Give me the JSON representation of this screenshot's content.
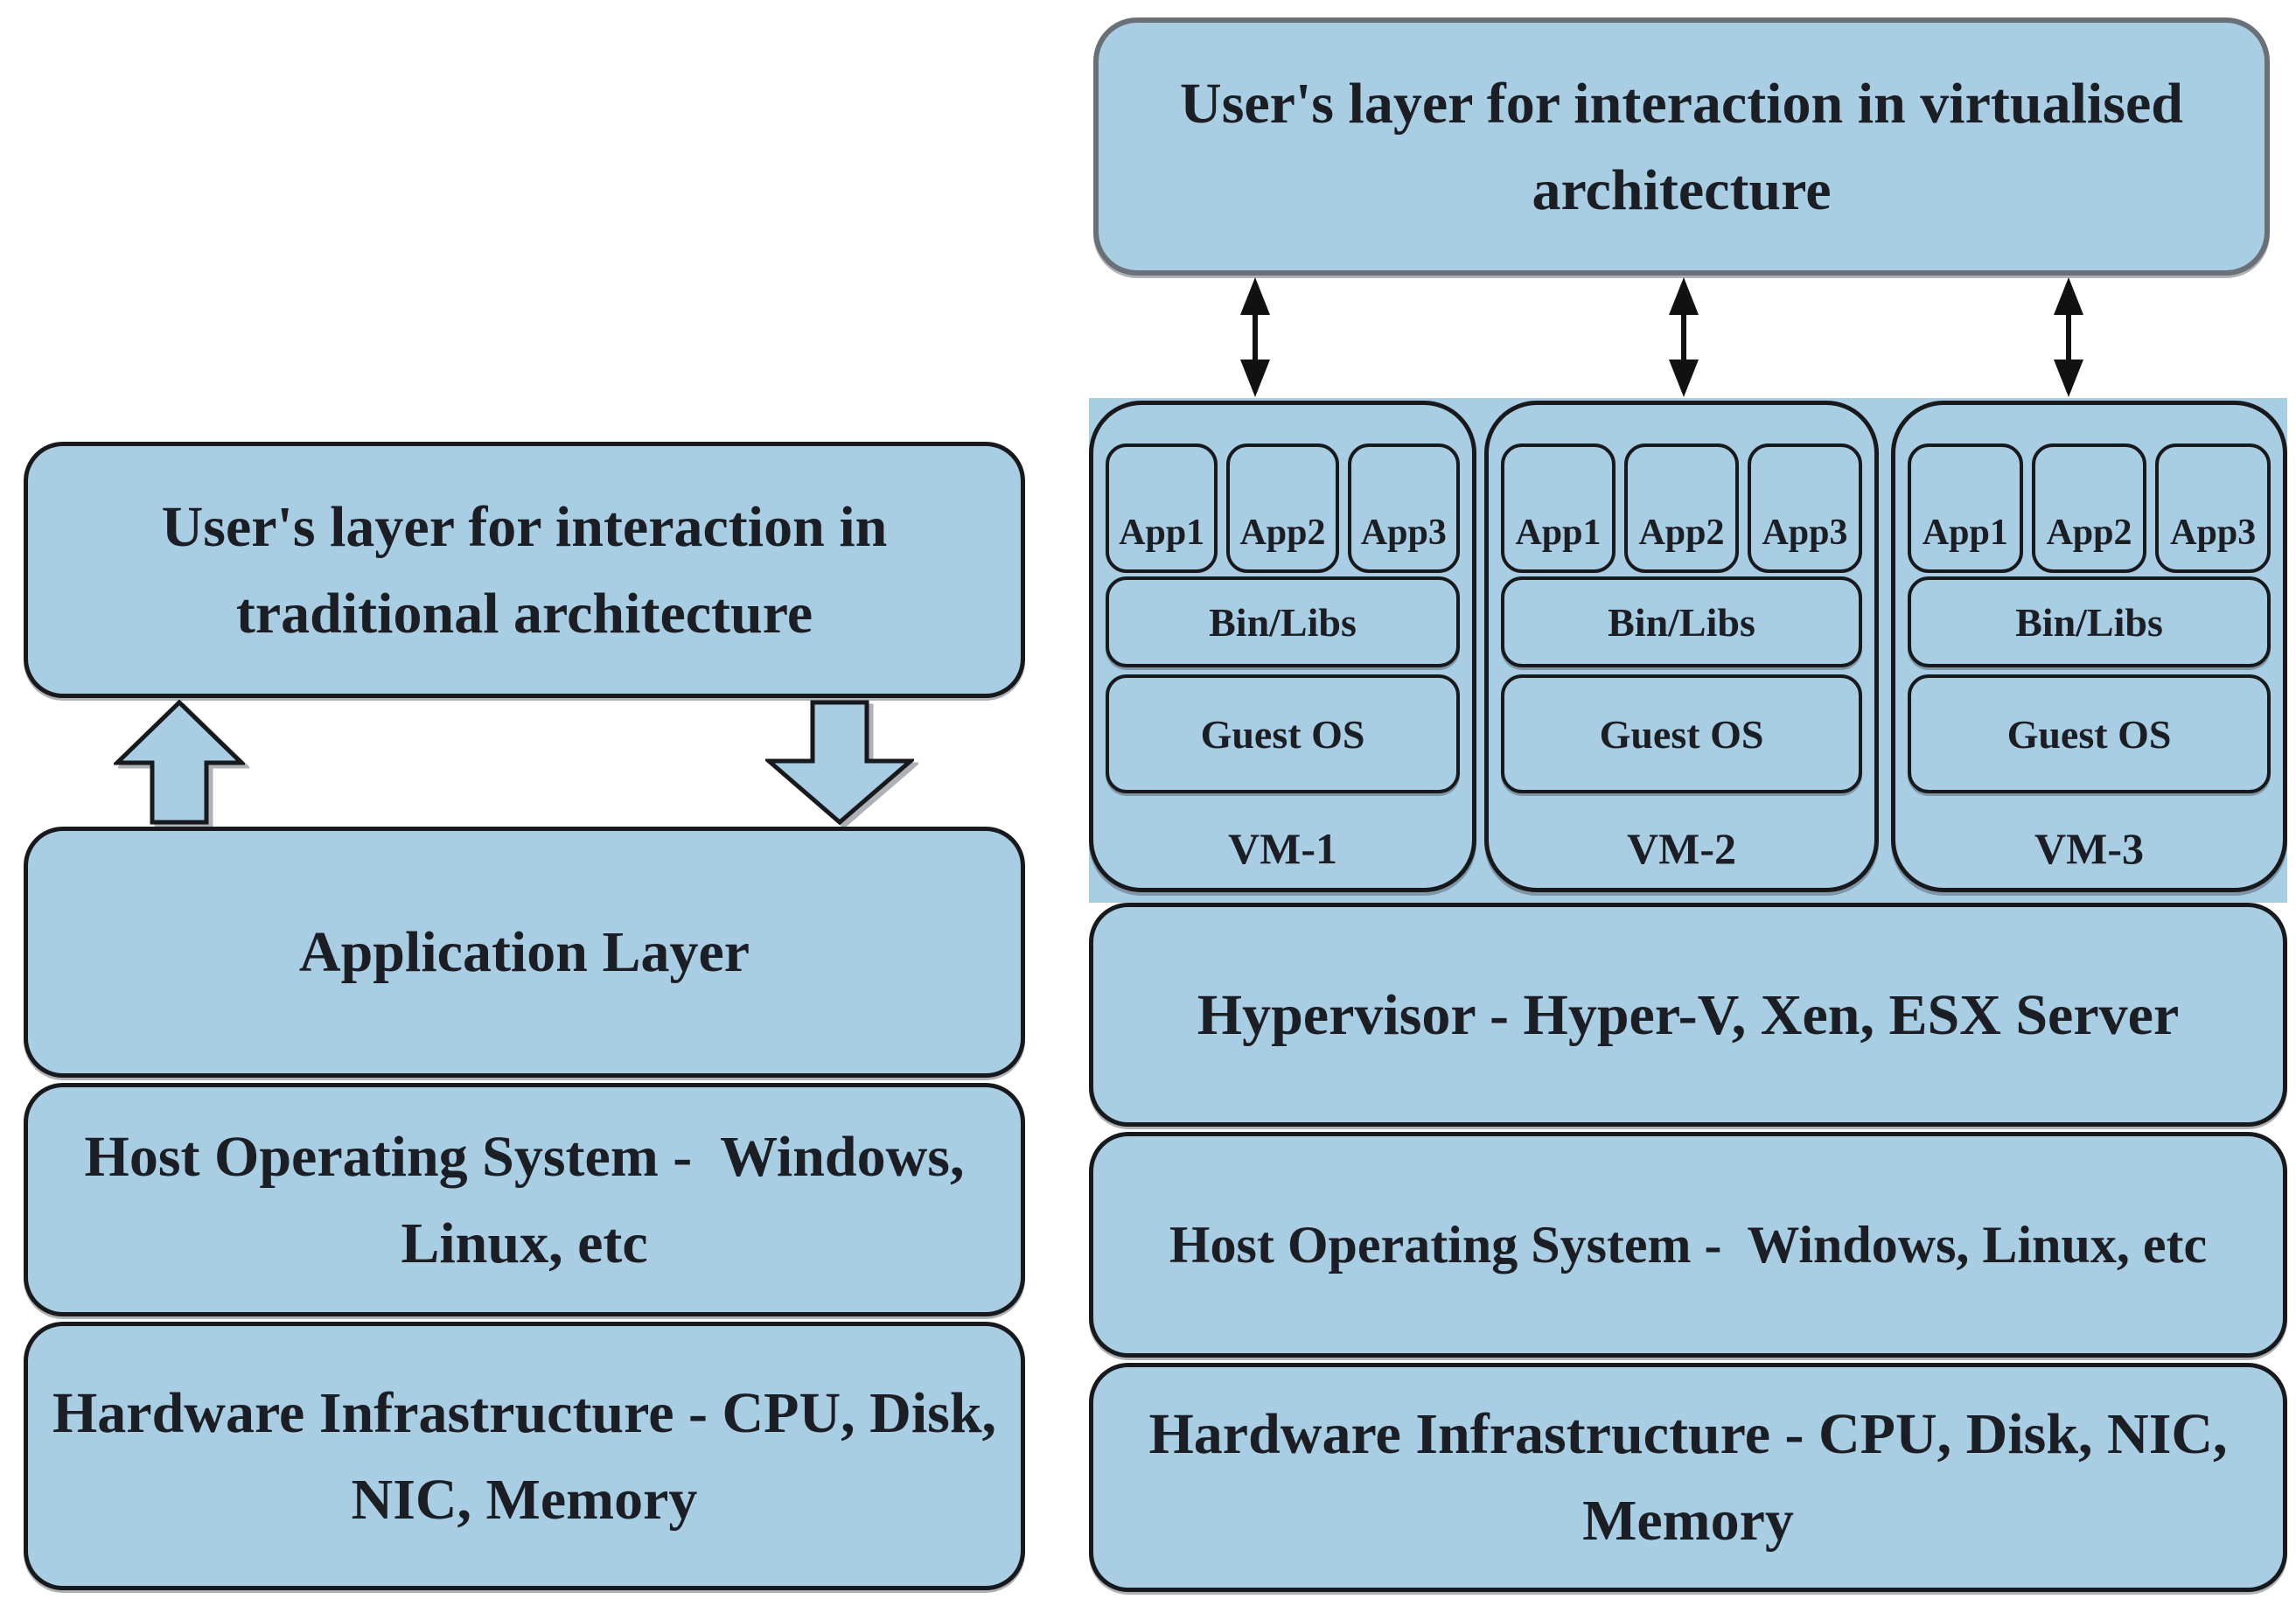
{
  "colors": {
    "box_fill": "#A9CDE3",
    "border_dark": "#17191D",
    "border_gray": "#6A7077",
    "text": "#1B1E24",
    "arrow_black": "#111111"
  },
  "left": {
    "user_layer": "User's layer for interaction in\ntraditional architecture",
    "application_layer": "Application Layer",
    "host_os": "Host Operating System -  Windows,\nLinux, etc",
    "hardware": "Hardware Infrastructure - CPU, Disk,\nNIC, Memory"
  },
  "right": {
    "user_layer": "User's layer for interaction in virtualised\narchitecture",
    "vms": [
      {
        "label": "VM-1",
        "apps": [
          "App1",
          "App2",
          "App3"
        ],
        "bin_libs": "Bin/Libs",
        "guest_os": "Guest OS"
      },
      {
        "label": "VM-2",
        "apps": [
          "App1",
          "App2",
          "App3"
        ],
        "bin_libs": "Bin/Libs",
        "guest_os": "Guest OS"
      },
      {
        "label": "VM-3",
        "apps": [
          "App1",
          "App2",
          "App3"
        ],
        "bin_libs": "Bin/Libs",
        "guest_os": "Guest OS"
      }
    ],
    "hypervisor": "Hypervisor - Hyper-V, Xen, ESX Server",
    "host_os": "Host Operating System -  Windows, Linux, etc",
    "hardware": "Hardware Infrastructure - CPU, Disk, NIC,\nMemory"
  }
}
